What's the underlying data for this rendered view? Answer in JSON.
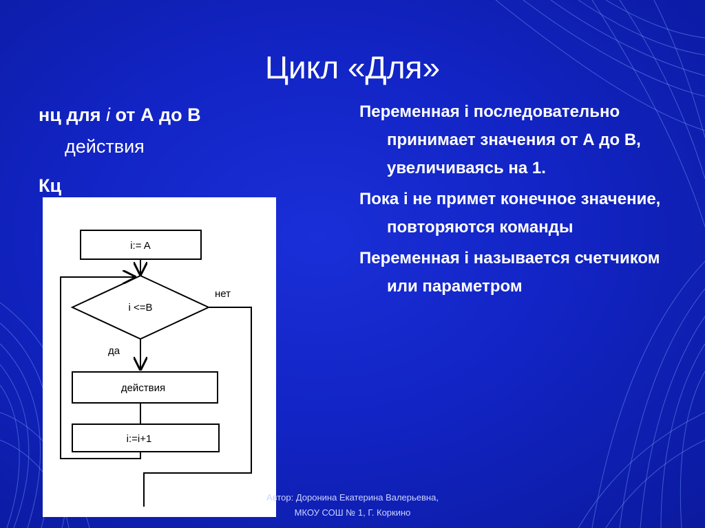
{
  "title": "Цикл «Для»",
  "code": {
    "line1_prefix": "нц для ",
    "line1_var": "i",
    "line1_suffix": " от А до В",
    "line2": "действия",
    "line3": "Кц"
  },
  "description": [
    "Переменная i последовательно принимает  значения от А до В, увеличиваясь на 1.",
    "Пока i не примет конечное значение, повторяются команды",
    "Переменная i называется счетчиком или параметром"
  ],
  "flowchart": {
    "init": "i:= A",
    "condition": "i <=B",
    "no_label": "нет",
    "yes_label": "да",
    "body": "действия",
    "increment": "i:=i+1"
  },
  "footer": {
    "line1": "Автор: Доронина Екатерина Валерьевна,",
    "line2": "МКОУ СОШ № 1, Г. Коркино"
  },
  "colors": {
    "background": "#1224c4",
    "text": "#ffffff",
    "panel": "#ffffff"
  }
}
